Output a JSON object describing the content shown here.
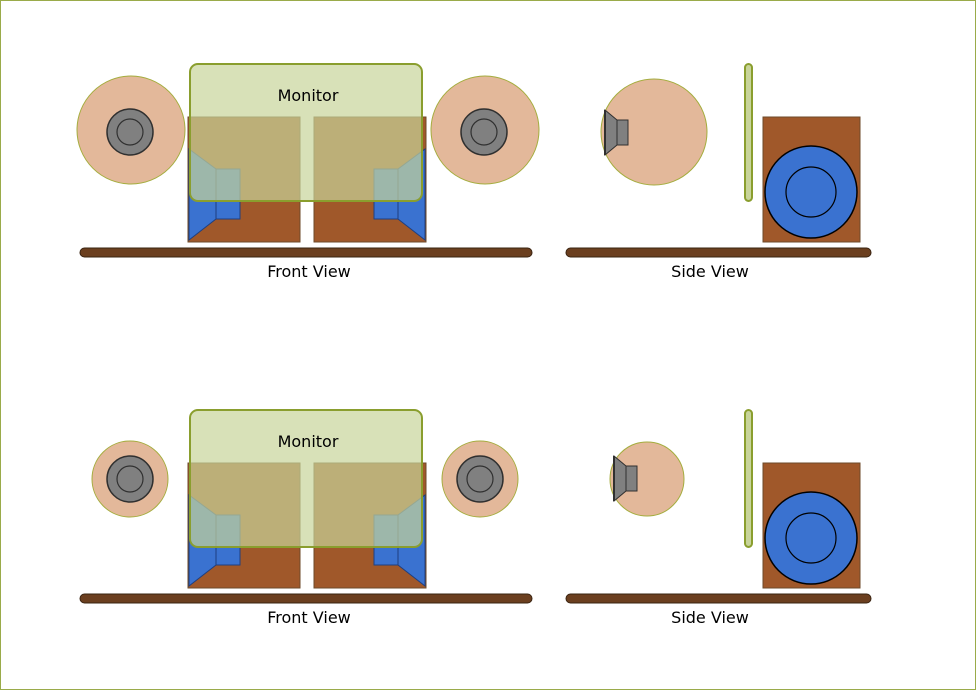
{
  "colors": {
    "border": "#9aab4a",
    "head": "#e3b89a",
    "head_stroke": "#a4ad3e",
    "monitor_fill": "#c8d49a",
    "monitor_stroke": "#8a9e2e",
    "speaker_box": "#a0582a",
    "speaker_box_stroke": "#6e4a2a",
    "driver_blue": "#3a72d0",
    "driver_blue_stroke": "#1f3f80",
    "gray": "#808080",
    "gray_stroke": "#303030",
    "desk": "#6b3f1f",
    "desk_stroke": "#3a2412"
  },
  "rows": [
    {
      "id": "row-large-head",
      "front": {
        "monitor_label": "Monitor",
        "view_label": "Front View"
      },
      "side": {
        "view_label": "Side View"
      }
    },
    {
      "id": "row-small-head",
      "front": {
        "monitor_label": "Monitor",
        "view_label": "Front View"
      },
      "side": {
        "view_label": "Side View"
      }
    }
  ]
}
